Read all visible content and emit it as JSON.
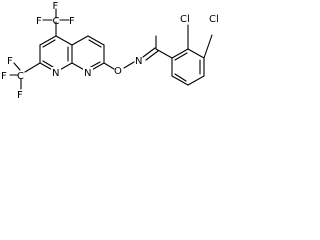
{
  "structure": {
    "atoms": {
      "f_top_1": "F",
      "f_top_2": "F",
      "f_top_3": "F",
      "c_top": "C",
      "f_left_1": "F",
      "f_left_2": "F",
      "f_left_3": "F",
      "c_left": "C",
      "n_ring_left": "N",
      "n_ring_right": "N",
      "o_link": "O",
      "n_oxime": "N",
      "cl_ortho": "Cl",
      "cl_para": "Cl"
    }
  }
}
